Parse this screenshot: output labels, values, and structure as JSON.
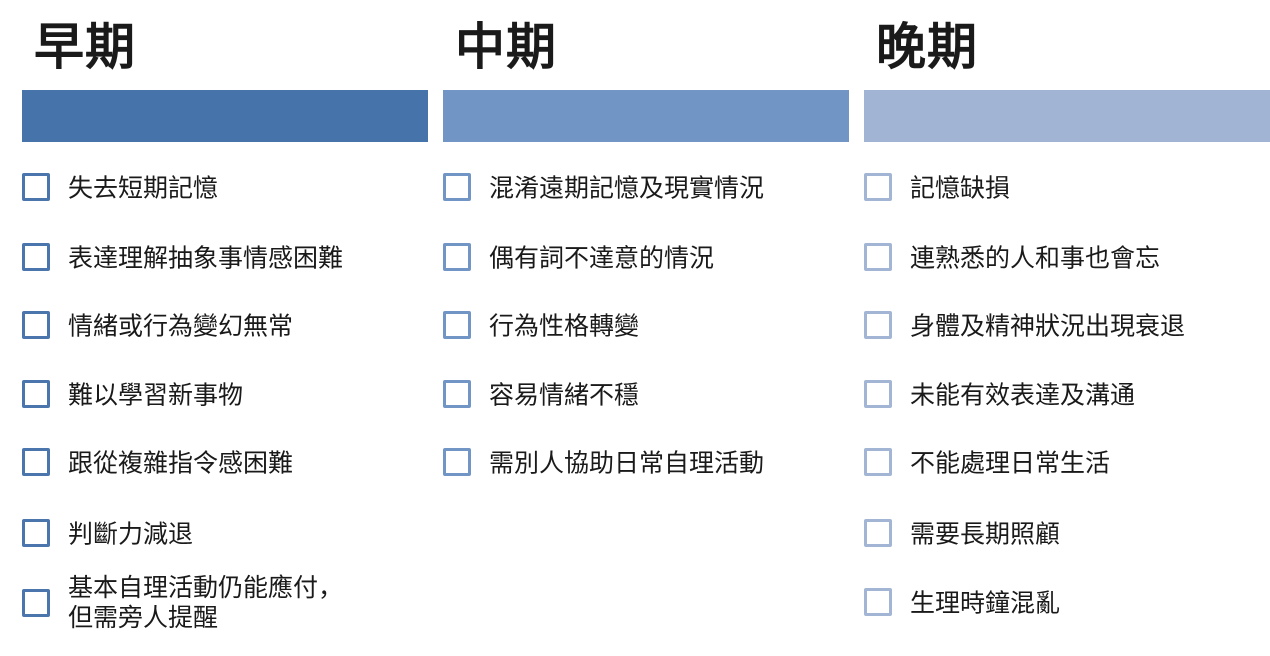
{
  "colors": {
    "early_bar": "#4674aa",
    "middle_bar": "#7195c4",
    "late_bar": "#a2b4d4"
  },
  "stages": [
    {
      "title": "早期",
      "items": [
        "失去短期記憶",
        "表達理解抽象事情感困難",
        "情緒或行為變幻無常",
        "難以學習新事物",
        "跟從複雜指令感困難",
        "判斷力減退",
        "基本自理活動仍能應付，\n但需旁人提醒"
      ]
    },
    {
      "title": "中期",
      "items": [
        "混淆遠期記憶及現實情況",
        "偶有詞不達意的情況",
        "行為性格轉變",
        "容易情緒不穩",
        "需別人協助日常自理活動"
      ]
    },
    {
      "title": "晚期",
      "items": [
        "記憶缺損",
        "連熟悉的人和事也會忘",
        "身體及精神狀況出現衰退",
        "未能有效表達及溝通",
        "不能處理日常生活",
        "需要長期照顧",
        "生理時鐘混亂"
      ]
    }
  ]
}
